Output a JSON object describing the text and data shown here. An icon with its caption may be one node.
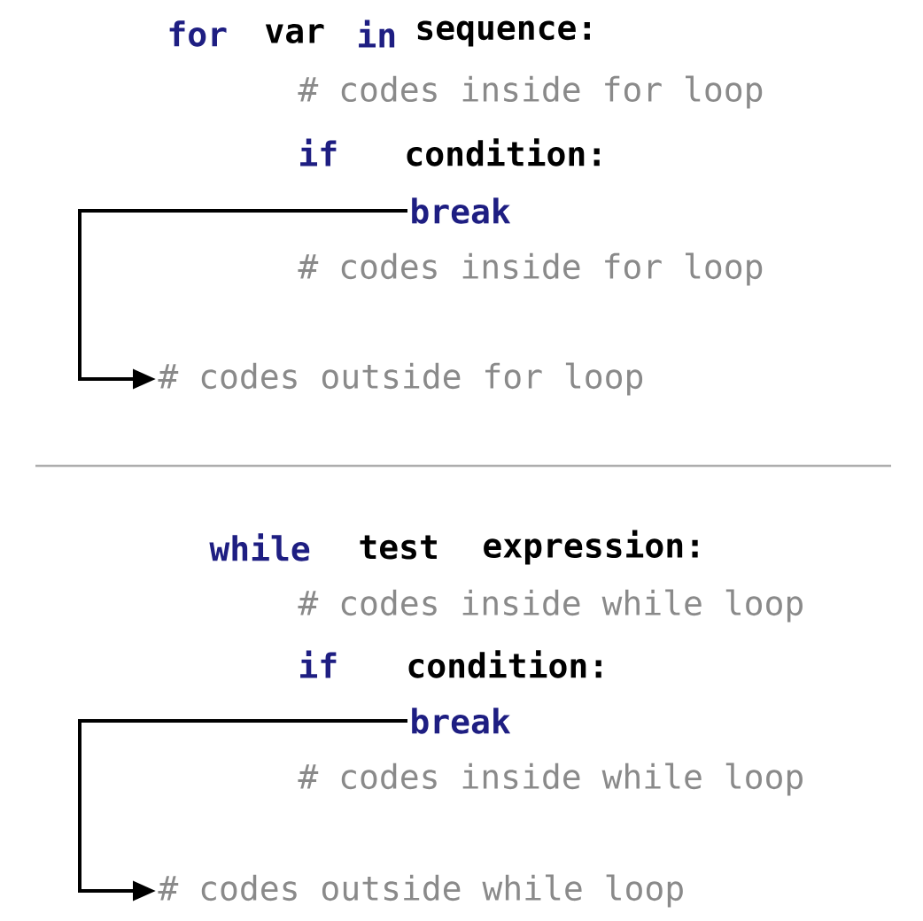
{
  "diagram": {
    "nodes": [
      {
        "text": [
          "break"
        ]
      },
      {
        "text": [
          "# codes outside for loop"
        ]
      },
      {
        "text": [
          "break"
        ]
      },
      {
        "text": [
          "# codes outside while loop"
        ]
      }
    ],
    "edges": [
      {
        "from": 0,
        "to": 1,
        "arrow": "to"
      },
      {
        "from": 2,
        "to": 3,
        "arrow": "to"
      }
    ],
    "labels": [
      "for",
      "var",
      "in",
      "sequence:",
      "# codes inside for loop",
      "if",
      "condition:",
      "# codes inside for loop",
      "while",
      "test",
      "expression:",
      "# codes inside while loop",
      "if",
      "condition:",
      "# codes inside while loop"
    ]
  }
}
